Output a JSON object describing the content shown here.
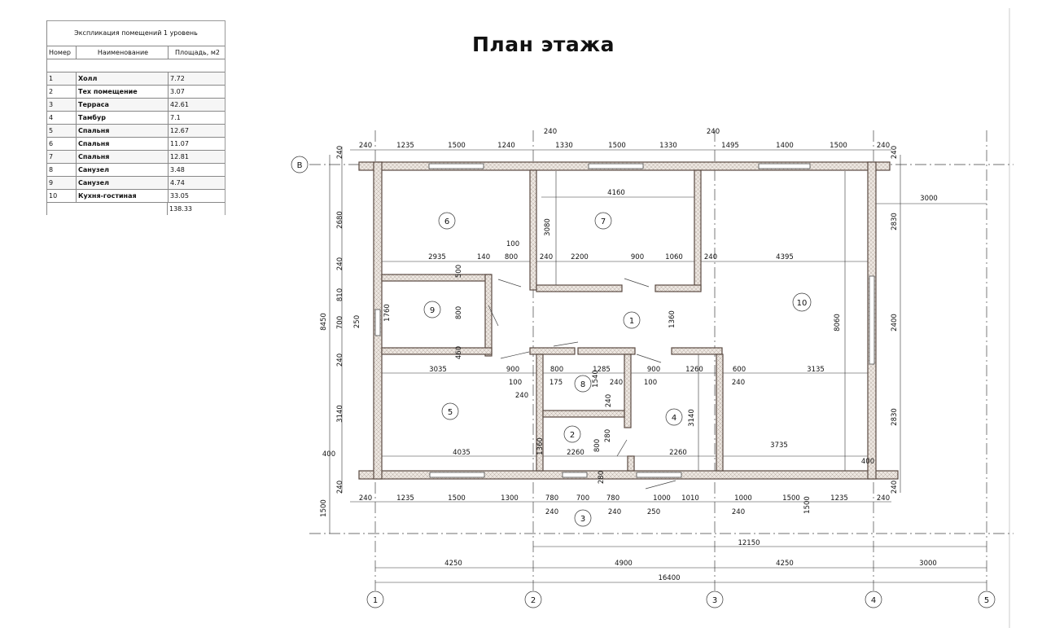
{
  "title": "План этажа",
  "legend": {
    "caption": "Экспликация помещений 1 уровень",
    "headers": {
      "number": "Номер",
      "name": "Наименование",
      "area": "Площадь, м2"
    },
    "rows": [
      {
        "n": "1",
        "name": "Холл",
        "area": "7.72"
      },
      {
        "n": "2",
        "name": "Тех помещение",
        "area": "3.07"
      },
      {
        "n": "3",
        "name": "Терраса",
        "area": "42.61"
      },
      {
        "n": "4",
        "name": "Тамбур",
        "area": "7.1"
      },
      {
        "n": "5",
        "name": "Спальня",
        "area": "12.67"
      },
      {
        "n": "6",
        "name": "Спальня",
        "area": "11.07"
      },
      {
        "n": "7",
        "name": "Спальня",
        "area": "12.81"
      },
      {
        "n": "8",
        "name": "Санузел",
        "area": "3.48"
      },
      {
        "n": "9",
        "name": "Санузел",
        "area": "4.74"
      },
      {
        "n": "10",
        "name": "Кухня-гостиная",
        "area": "33.05"
      }
    ],
    "total": "138.33"
  },
  "rooms": [
    "6",
    "7",
    "9",
    "1",
    "5",
    "8",
    "2",
    "4",
    "10",
    "3"
  ],
  "axes": [
    "В",
    "1",
    "2",
    "3",
    "4",
    "5"
  ],
  "dims": {
    "top": [
      "240",
      "1235",
      "1500",
      "1240",
      "1330",
      "1500",
      "1330",
      "1495",
      "1400",
      "1500",
      "240",
      "240",
      "240"
    ],
    "left": [
      "240",
      "2680",
      "240",
      "810",
      "700",
      "240",
      "3140",
      "240",
      "1500",
      "8450",
      "400",
      "250"
    ],
    "right": [
      "240",
      "2830",
      "2400",
      "2830",
      "240",
      "3000",
      "400"
    ],
    "upper": [
      "4160",
      "3080",
      "2935",
      "140",
      "800",
      "100",
      "240",
      "2200",
      "900",
      "1060",
      "240",
      "4395",
      "500",
      "1760",
      "800",
      "460",
      "1360",
      "8060"
    ],
    "middle": [
      "3035",
      "900",
      "800",
      "1285",
      "900",
      "1260",
      "600",
      "3135",
      "100",
      "175",
      "240",
      "100",
      "240",
      "240",
      "1540",
      "240",
      "3140",
      "280",
      "1360",
      "2260",
      "800",
      "2260",
      "4035",
      "3735",
      "280"
    ],
    "bottom": [
      "240",
      "1235",
      "1500",
      "1300",
      "780",
      "700",
      "780",
      "1000",
      "1010",
      "1000",
      "1500",
      "1235",
      "240",
      "240",
      "240",
      "250",
      "240",
      "1500"
    ],
    "overall": [
      "12150",
      "4250",
      "4900",
      "4250",
      "3000",
      "16400"
    ]
  }
}
